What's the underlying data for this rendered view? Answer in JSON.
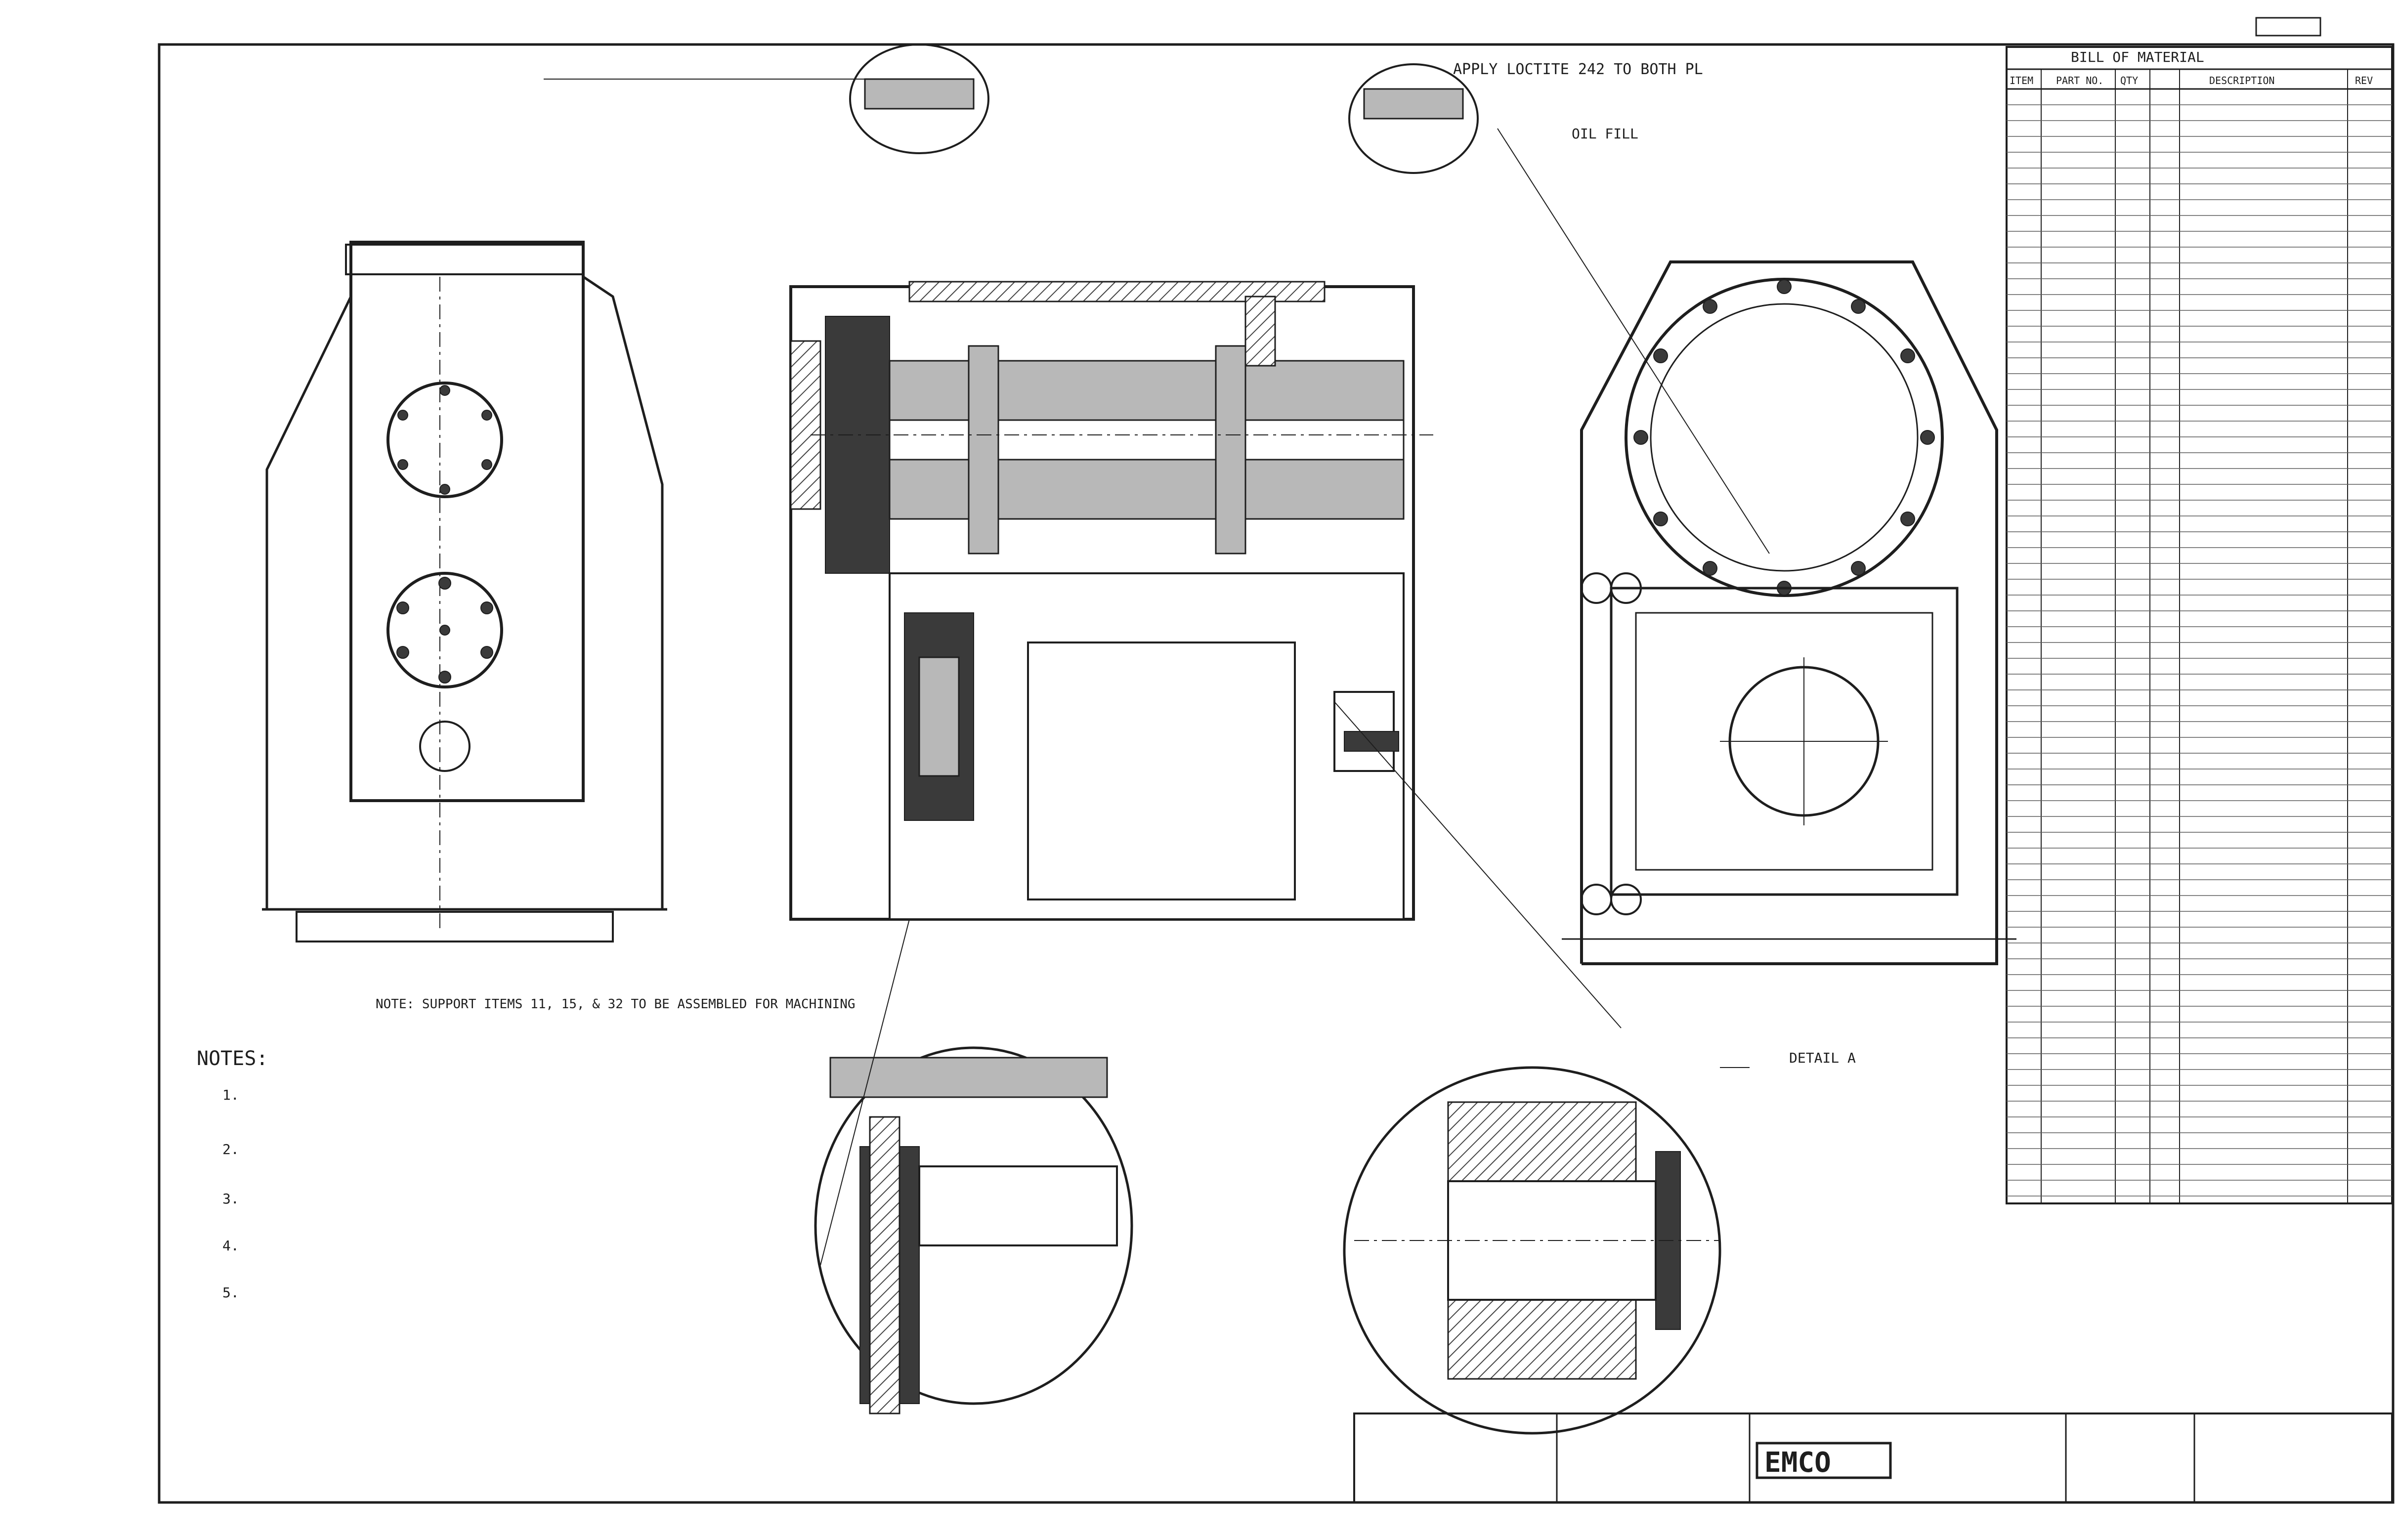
{
  "top_right_tag": "",
  "bom": {
    "title": "BILL OF MATERIAL",
    "headers": [
      "ITEM",
      "PART NO.",
      "QTY",
      "DESCRIPTION",
      "REV"
    ]
  },
  "callouts": {
    "apply_right": "APPLY LOCTITE 242 TO BOTH PL",
    "oil_fill": "OIL FILL",
    "notes_drawing": "NOTE: SUPPORT ITEMS 11, 15, & 32 TO BE ASSEMBLED FOR MACHINING",
    "detail_a": "DETAIL A"
  },
  "notes": {
    "heading": "NOTES:",
    "items": [
      "1.",
      "2.",
      "3.",
      "4.",
      "5."
    ]
  },
  "title_block": {
    "company": "EMCO"
  }
}
